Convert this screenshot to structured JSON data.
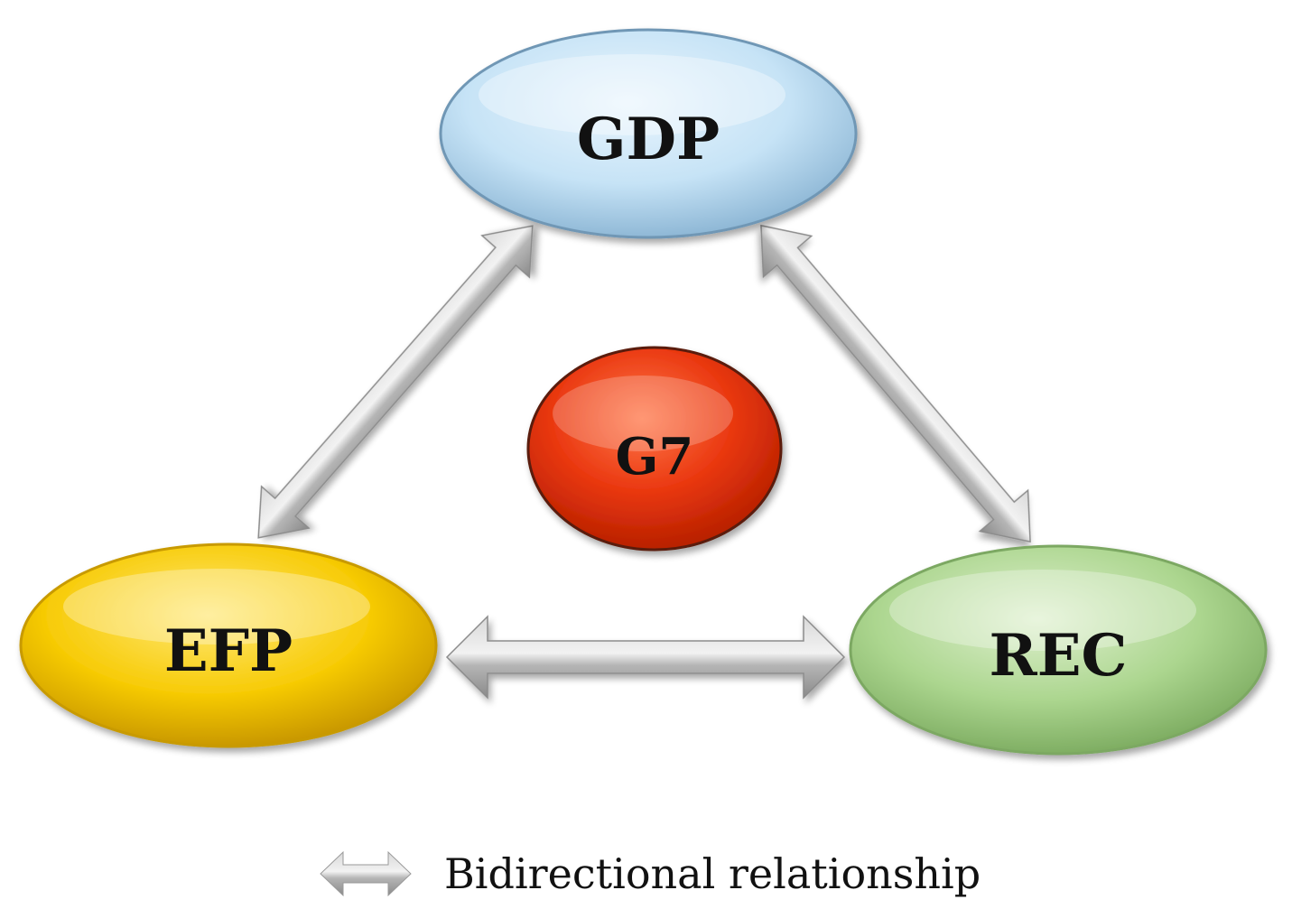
{
  "diagram": {
    "nodes": {
      "gdp": {
        "label": "GDP",
        "color": "#bfe0f5"
      },
      "efp": {
        "label": "EFP",
        "color": "#f5c800"
      },
      "rec": {
        "label": "REC",
        "color": "#a8d68a"
      },
      "g7": {
        "label": "G7",
        "color": "#e8330f"
      }
    },
    "edges": [
      {
        "from": "gdp",
        "to": "efp",
        "type": "bidirectional"
      },
      {
        "from": "gdp",
        "to": "rec",
        "type": "bidirectional"
      },
      {
        "from": "efp",
        "to": "rec",
        "type": "bidirectional"
      }
    ],
    "arrow_color": "#a8a8a8"
  },
  "legend": {
    "icon": "double-arrow-icon",
    "text": "Bidirectional relationship"
  }
}
